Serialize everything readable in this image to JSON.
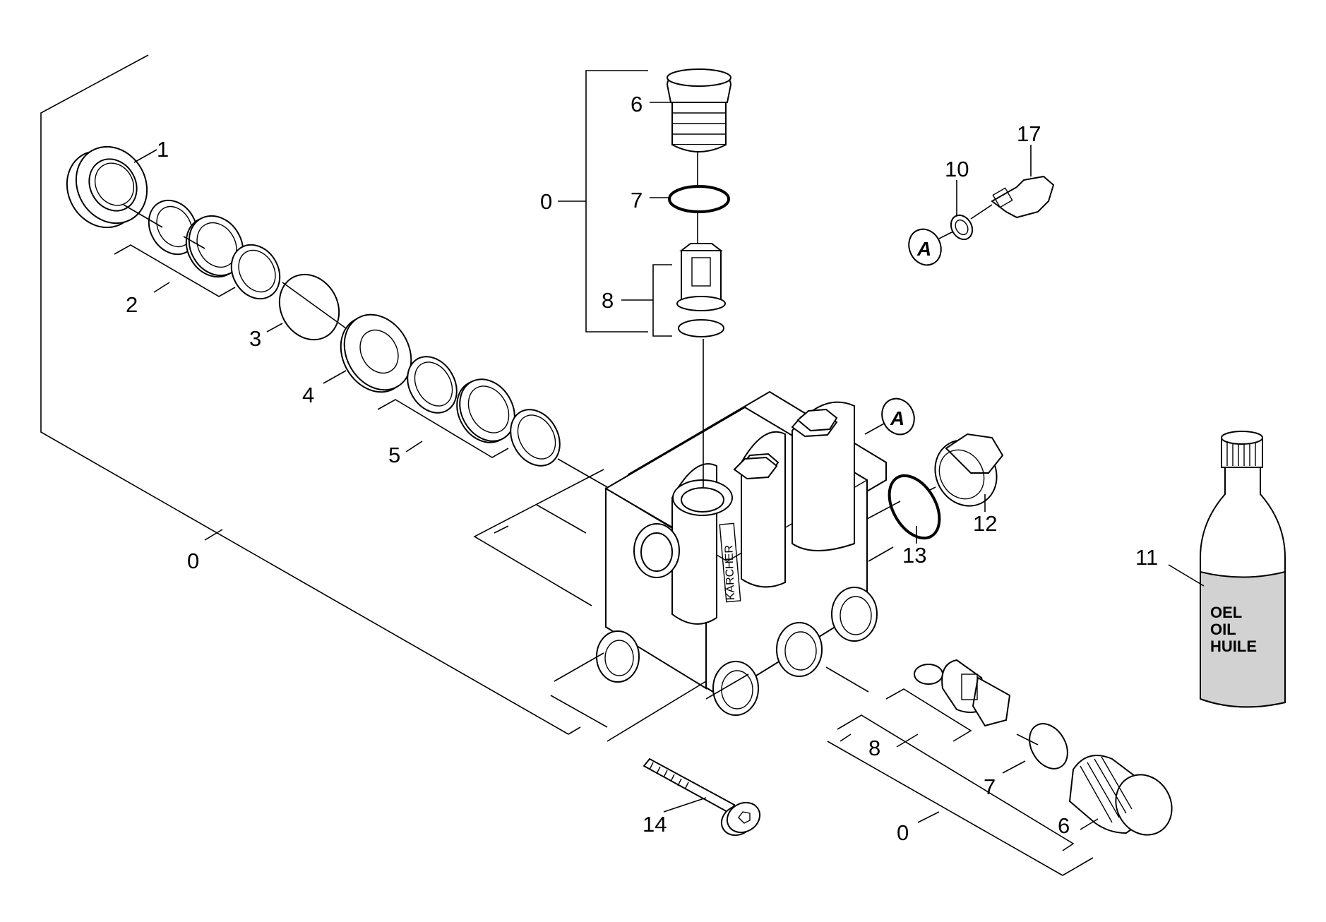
{
  "diagram": {
    "labels": {
      "l0_left": "0",
      "l1": "1",
      "l2": "2",
      "l3": "3",
      "l4": "4",
      "l5": "5",
      "l0_top": "0",
      "l6_top": "6",
      "l7_top": "7",
      "l8_top": "8",
      "l17": "17",
      "l10": "10",
      "lA_top": "A",
      "lA_mid": "A",
      "l12": "12",
      "l13": "13",
      "l11": "11",
      "l14": "14",
      "l8_bot": "8",
      "l7_bot": "7",
      "l0_bot": "0",
      "l6_bot": "6"
    },
    "bottle_text": [
      "OEL",
      "OIL",
      "HUILE"
    ],
    "brand_text": "KÄRCHER"
  }
}
